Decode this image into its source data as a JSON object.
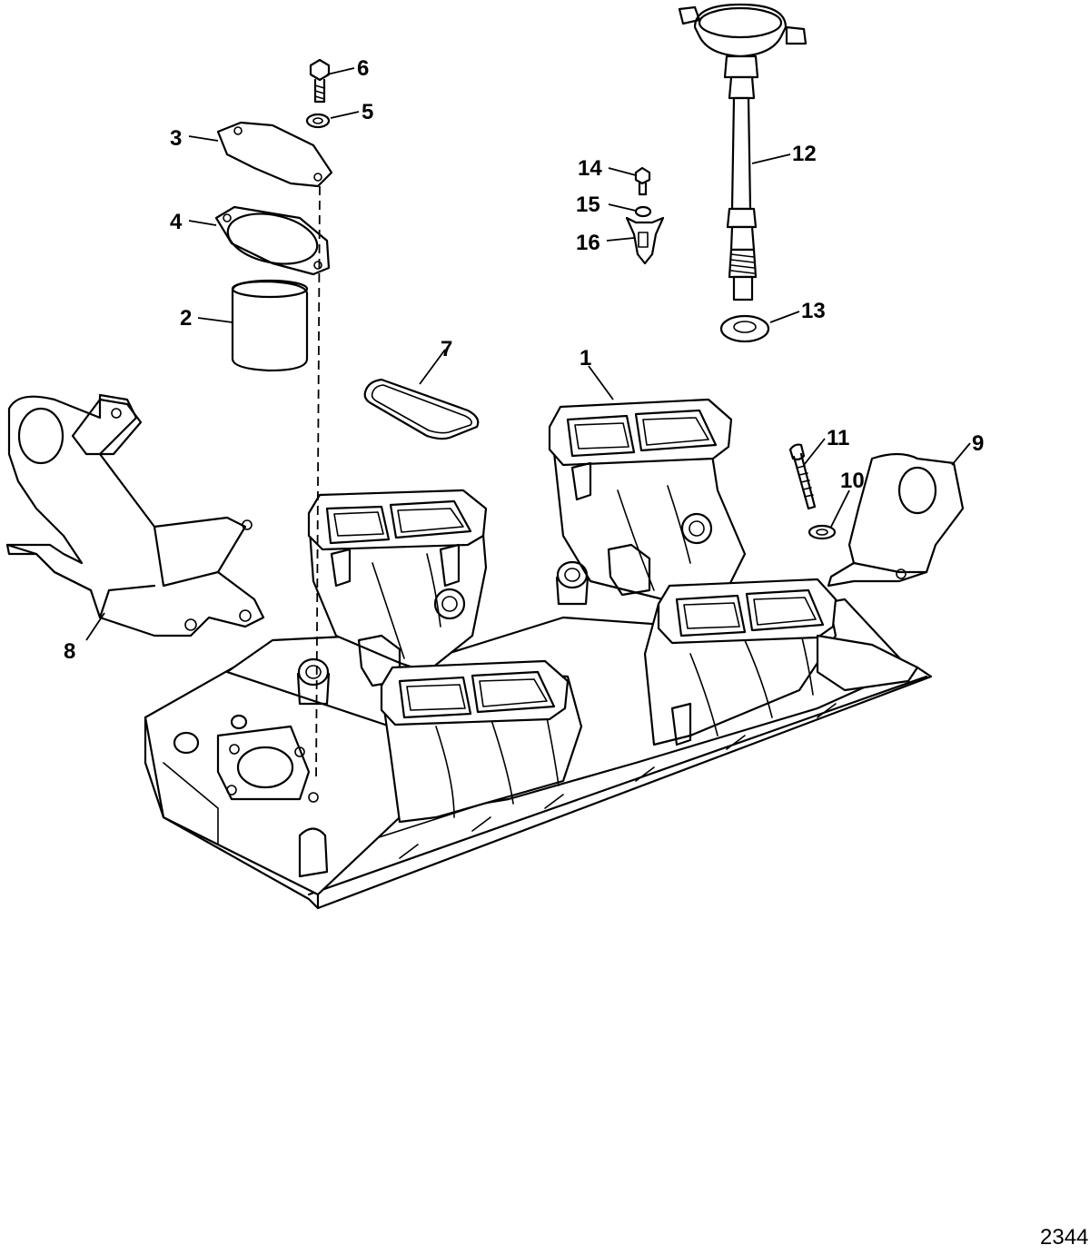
{
  "figure_number": "2344",
  "callouts": [
    {
      "id": "c1",
      "label": "1"
    },
    {
      "id": "c2",
      "label": "2"
    },
    {
      "id": "c3",
      "label": "3"
    },
    {
      "id": "c4",
      "label": "4"
    },
    {
      "id": "c5",
      "label": "5"
    },
    {
      "id": "c6",
      "label": "6"
    },
    {
      "id": "c7",
      "label": "7"
    },
    {
      "id": "c8",
      "label": "8"
    },
    {
      "id": "c9",
      "label": "9"
    },
    {
      "id": "c10",
      "label": "10"
    },
    {
      "id": "c11",
      "label": "11"
    },
    {
      "id": "c12",
      "label": "12"
    },
    {
      "id": "c13",
      "label": "13"
    },
    {
      "id": "c14",
      "label": "14"
    },
    {
      "id": "c15",
      "label": "15"
    },
    {
      "id": "c16",
      "label": "16"
    }
  ]
}
